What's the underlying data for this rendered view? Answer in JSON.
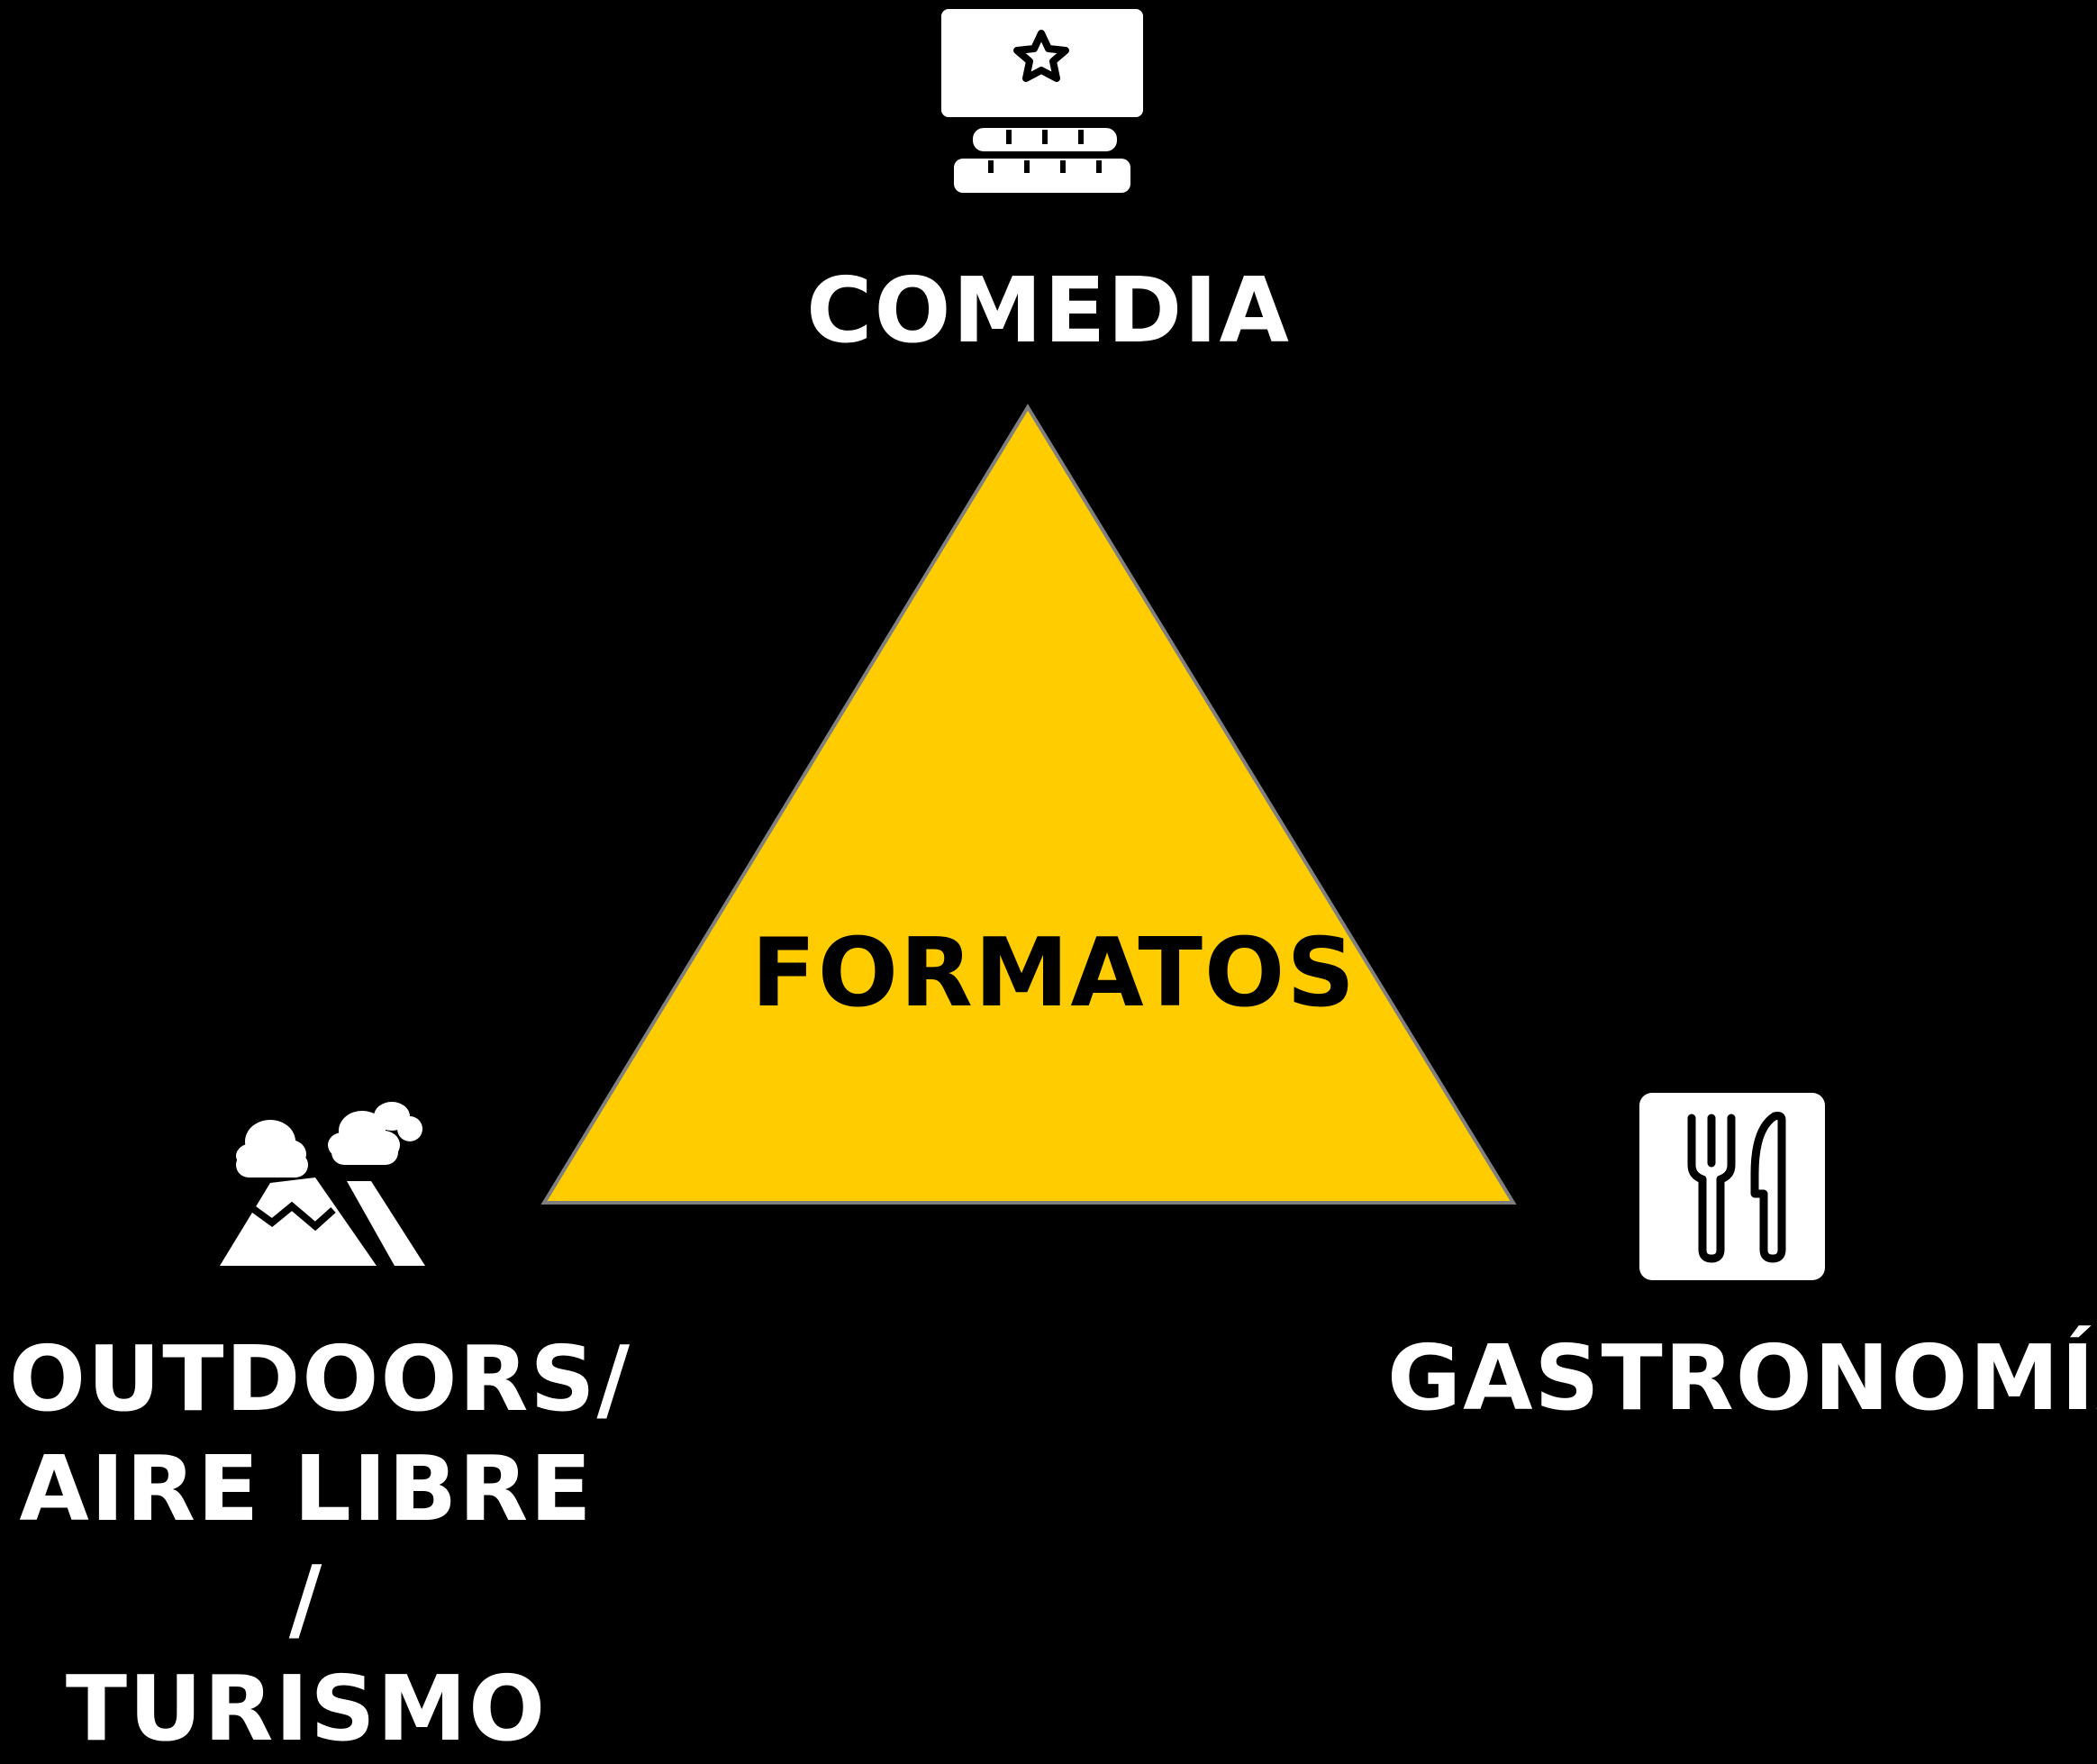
{
  "diagram": {
    "center": {
      "label": "FORMATOS"
    },
    "nodes": {
      "top": {
        "label": "COMEDIA",
        "icon": "theater-stage-icon"
      },
      "bottom_right": {
        "label": "GASTRONOMÍA",
        "icon": "fork-knife-icon"
      },
      "bottom_left": {
        "lines": [
          "OUTDOORS/",
          "AIRE LIBRE /",
          "TURISMO"
        ],
        "icon": "mountain-clouds-icon"
      }
    }
  },
  "colors": {
    "background": "#000000",
    "triangle_fill": "#FFCC00",
    "triangle_stroke": "#7f7f7f",
    "text_light": "#ffffff",
    "text_dark": "#000000"
  }
}
